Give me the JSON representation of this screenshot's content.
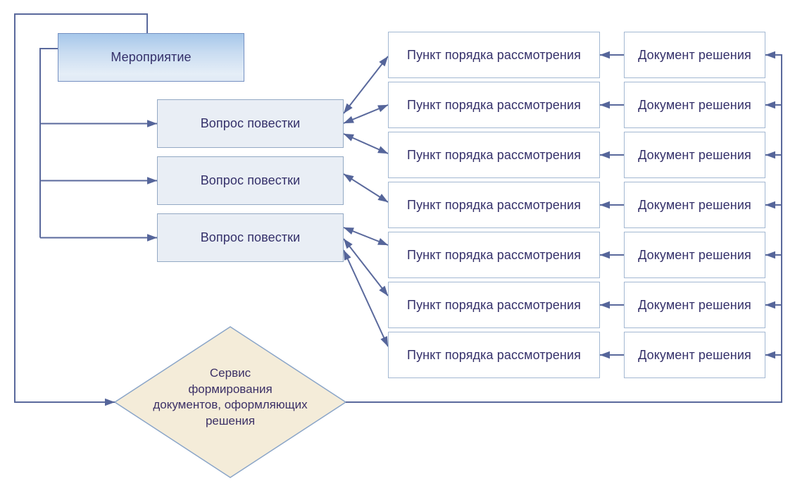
{
  "palette": {
    "connector_line": "#5a699c",
    "arrowhead": "#55659a",
    "text": "#34306a",
    "event_gradient_top": "#a6c7ea",
    "event_gradient_bottom": "#e0eaf5",
    "event_border": "#7590c2",
    "agenda_fill": "#e9eef5",
    "agenda_border": "#93a9c4",
    "white_box_fill": "#ffffff",
    "white_box_border": "#a3b8d2",
    "diamond_fill": "#f4ecd9",
    "diamond_border": "#8aa5c8"
  },
  "nodes": {
    "event": {
      "label": "Мероприятие"
    },
    "agenda": {
      "labels": [
        "Вопрос повестки",
        "Вопрос повестки",
        "Вопрос повестки"
      ]
    },
    "consideration": {
      "labels": [
        "Пункт порядка рассмотрения",
        "Пункт порядка рассмотрения",
        "Пункт порядка рассмотрения",
        "Пункт порядка рассмотрения",
        "Пункт порядка рассмотрения",
        "Пункт порядка рассмотрения",
        "Пункт порядка рассмотрения"
      ]
    },
    "decision": {
      "labels": [
        "Документ решения",
        "Документ решения",
        "Документ решения",
        "Документ решения",
        "Документ решения",
        "Документ решения",
        "Документ решения"
      ]
    },
    "service": {
      "lines": [
        "Сервис",
        "формирования",
        "документов, оформляющих",
        "решения"
      ]
    }
  }
}
